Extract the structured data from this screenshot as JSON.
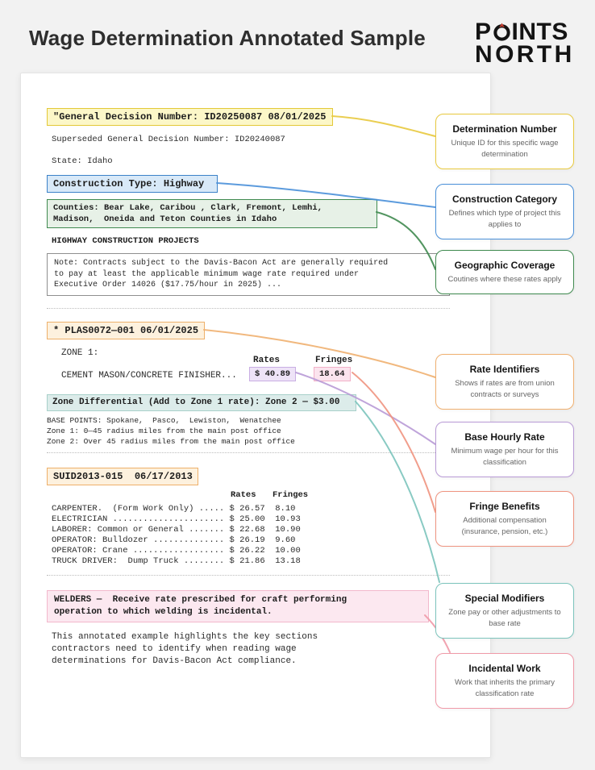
{
  "header": {
    "title": "Wage Determination Annotated Sample",
    "logo": {
      "line1_start": "P",
      "line1_end": "INTS",
      "line2": "NORTH"
    }
  },
  "document": {
    "decision_number": "\"General Decision Number: ID20250087 08/01/2025",
    "superseded": "Superseded General Decision Number: ID20240087",
    "state": "State: Idaho",
    "construction_type": "Construction Type: Highway",
    "counties": "Counties: Bear Lake, Caribou , Clark, Fremont, Lemhi,\nMadison,  Oneida and Teton Counties in Idaho",
    "projects_heading": "HIGHWAY CONSTRUCTION PROJECTS",
    "note": "Note: Contracts subject to the Davis-Bacon Act are generally required\nto pay at least the applicable minimum wage rate required under\nExecutive Order 14026 ($17.75/hour in 2025) ...",
    "union_section": {
      "id": "* PLAS0072—001 06/01/2025",
      "zone_label": "ZONE 1:",
      "headers": {
        "rates": "Rates",
        "fringes": "Fringes"
      },
      "classification": "CEMENT MASON/CONCRETE FINISHER...",
      "rate": "$ 40.89",
      "fringe": "18.64",
      "zone_differential": "Zone Differential (Add to Zone 1 rate): Zone 2 — $3.00",
      "base_points": "BASE POINTS: Spokane,  Pasco,  Lewiston,  Wenatchee\nZone 1: 0—45 radius miles from the main post office\nZone 2: Over 45 radius miles from the main post office"
    },
    "survey_section": {
      "id": "SUID2013-015  06/17/2013",
      "headers": {
        "rates": "Rates",
        "fringes": "Fringes"
      },
      "rows": [
        "CARPENTER.  (Form Work Only) ..... $ 26.57  8.10",
        "ELECTRICIAN ...................... $ 25.00  10.93",
        "LABORER: Common or General ....... $ 22.68  10.90",
        "OPERATOR: Bulldozer .............. $ 26.19  9.60",
        "OPERATOR: Crane .................. $ 26.22  10.00",
        "TRUCK DRIVER:  Dump Truck ........ $ 21.86  13.18"
      ]
    },
    "welders_note": "WELDERS —  Receive rate prescribed for craft performing\noperation to which welding is incidental.",
    "closing_note": "This annotated example highlights the key sections\ncontractors need to identify when reading wage\ndeterminations for Davis-Bacon Act compliance."
  },
  "callouts": [
    {
      "title": "Determination Number",
      "body": "Unique ID for this specific wage determination",
      "color": "#e8c93e"
    },
    {
      "title": "Construction Category",
      "body": "Defines which type of project this applies to",
      "color": "#4a90d9"
    },
    {
      "title": "Geographic Coverage",
      "body": "Coutines where these rates apply",
      "color": "#3f8a4f"
    },
    {
      "title": "Rate Identifiers",
      "body": "Shows if rates are from union contracts or surveys",
      "color": "#f0b070"
    },
    {
      "title": "Base Hourly Rate",
      "body": "Minimum wage per hour for this classification",
      "color": "#b89ad6"
    },
    {
      "title": "Fringe Benefits",
      "body": "Additional compensation (insurance, pension, etc.)",
      "color": "#ef9480"
    },
    {
      "title": "Special Modifiers",
      "body": "Zone pay or other adjustments to base rate",
      "color": "#7cc4bc"
    },
    {
      "title": "Incidental Work",
      "body": "Work that inherits the primary classification rate",
      "color": "#f09aa8"
    }
  ],
  "colors": {
    "highlight_yellow_bg": "#fcf7c8",
    "highlight_yellow_border": "#e3c838",
    "highlight_blue_bg": "#d8e9f8",
    "highlight_blue_border": "#3c82c8",
    "highlight_green_bg": "#e7f1e7",
    "highlight_green_border": "#3f8a4f",
    "highlight_orange_bg": "#fdf1de",
    "highlight_orange_border": "#eeb06a",
    "rate_chip_bg": "#eee3f7",
    "rate_chip_border": "#c9aee3",
    "fringe_chip_bg": "#fbe4ee",
    "fringe_chip_border": "#f2b1c8",
    "highlight_teal_bg": "#dcecea",
    "highlight_teal_border": "#a8d0ca",
    "highlight_pink_bg": "#fce8f0",
    "highlight_pink_border": "#f2b8cc",
    "logo_red": "#c43b2e"
  }
}
